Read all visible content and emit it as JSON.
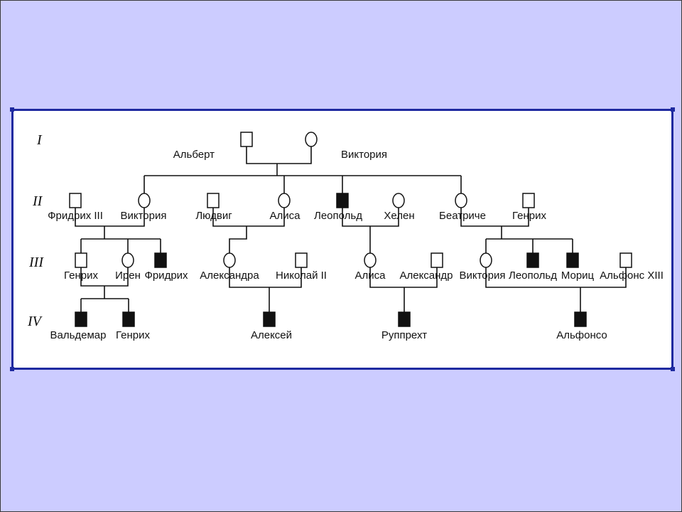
{
  "generations": [
    "I",
    "II",
    "III",
    "IV"
  ],
  "people": [
    {
      "id": "albert",
      "name": "Альберт",
      "sex": "m",
      "affected": false
    },
    {
      "id": "viktoria1",
      "name": "Виктория",
      "sex": "f",
      "affected": false
    },
    {
      "id": "fridrikh3",
      "name": "Фридрих III",
      "sex": "m",
      "affected": false
    },
    {
      "id": "viktoria2",
      "name": "Виктория",
      "sex": "f",
      "affected": false
    },
    {
      "id": "ludvig",
      "name": "Людвиг",
      "sex": "m",
      "affected": false
    },
    {
      "id": "alisa2",
      "name": "Алиса",
      "sex": "f",
      "affected": false
    },
    {
      "id": "leopold2",
      "name": "Леопольд",
      "sex": "m",
      "affected": true
    },
    {
      "id": "khelen",
      "name": "Хелен",
      "sex": "f",
      "affected": false
    },
    {
      "id": "beatriche",
      "name": "Беатриче",
      "sex": "f",
      "affected": false
    },
    {
      "id": "genrikh2",
      "name": "Генрих",
      "sex": "m",
      "affected": false
    },
    {
      "id": "genrikh3",
      "name": "Генрих",
      "sex": "m",
      "affected": false
    },
    {
      "id": "iren",
      "name": "Ирен",
      "sex": "f",
      "affected": false
    },
    {
      "id": "fridrikh",
      "name": "Фридрих",
      "sex": "m",
      "affected": true
    },
    {
      "id": "aleksandra",
      "name": "Александра",
      "sex": "f",
      "affected": false
    },
    {
      "id": "nikolai",
      "name": "Николай II",
      "sex": "m",
      "affected": false
    },
    {
      "id": "alisa3",
      "name": "Алиса",
      "sex": "f",
      "affected": false
    },
    {
      "id": "aleksandr",
      "name": "Александр",
      "sex": "m",
      "affected": false
    },
    {
      "id": "viktoria3",
      "name": "Виктория",
      "sex": "f",
      "affected": false
    },
    {
      "id": "leopold3",
      "name": "Леопольд",
      "sex": "m",
      "affected": true
    },
    {
      "id": "morits",
      "name": "Мориц",
      "sex": "m",
      "affected": true
    },
    {
      "id": "alfons13",
      "name": "Альфонс XIII",
      "sex": "m",
      "affected": false
    },
    {
      "id": "valdemar",
      "name": "Вальдемар",
      "sex": "m",
      "affected": true
    },
    {
      "id": "genrikh4",
      "name": "Генрих",
      "sex": "m",
      "affected": true
    },
    {
      "id": "aleksei",
      "name": "Алексей",
      "sex": "m",
      "affected": true
    },
    {
      "id": "rupprekht",
      "name": "Руппрехт",
      "sex": "m",
      "affected": true
    },
    {
      "id": "alfonso",
      "name": "Альфонсо",
      "sex": "m",
      "affected": true
    }
  ]
}
